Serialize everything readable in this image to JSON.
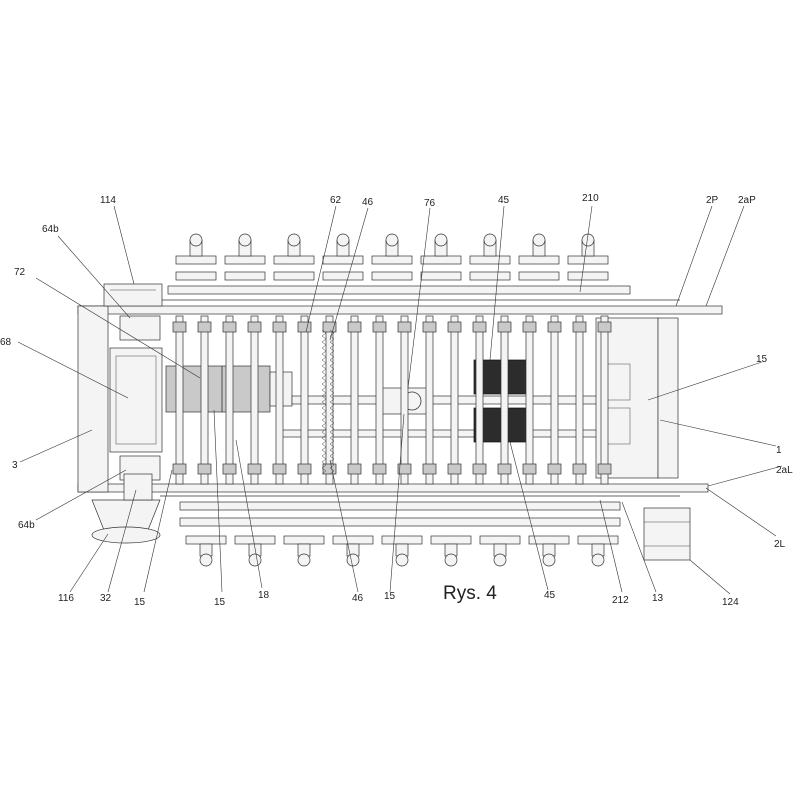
{
  "figure": {
    "caption": "Rys. 4",
    "reference_labels": [
      {
        "id": "114",
        "text": "114"
      },
      {
        "id": "64b-top",
        "text": "64b"
      },
      {
        "id": "72",
        "text": "72"
      },
      {
        "id": "68",
        "text": "68"
      },
      {
        "id": "3",
        "text": "3"
      },
      {
        "id": "64b-bottom",
        "text": "64b"
      },
      {
        "id": "116",
        "text": "116"
      },
      {
        "id": "32",
        "text": "32"
      },
      {
        "id": "15-a",
        "text": "15"
      },
      {
        "id": "15-b",
        "text": "15"
      },
      {
        "id": "18",
        "text": "18"
      },
      {
        "id": "46-bottom",
        "text": "46"
      },
      {
        "id": "15-c",
        "text": "15"
      },
      {
        "id": "45-bottom",
        "text": "45"
      },
      {
        "id": "212",
        "text": "212"
      },
      {
        "id": "13",
        "text": "13"
      },
      {
        "id": "124",
        "text": "124"
      },
      {
        "id": "2L",
        "text": "2L"
      },
      {
        "id": "2aL",
        "text": "2aL"
      },
      {
        "id": "1",
        "text": "1"
      },
      {
        "id": "15-right",
        "text": "15"
      },
      {
        "id": "2aP",
        "text": "2aP"
      },
      {
        "id": "2P",
        "text": "2P"
      },
      {
        "id": "210",
        "text": "210"
      },
      {
        "id": "45-top",
        "text": "45"
      },
      {
        "id": "76",
        "text": "76"
      },
      {
        "id": "46-top",
        "text": "46"
      },
      {
        "id": "62",
        "text": "62"
      }
    ]
  }
}
